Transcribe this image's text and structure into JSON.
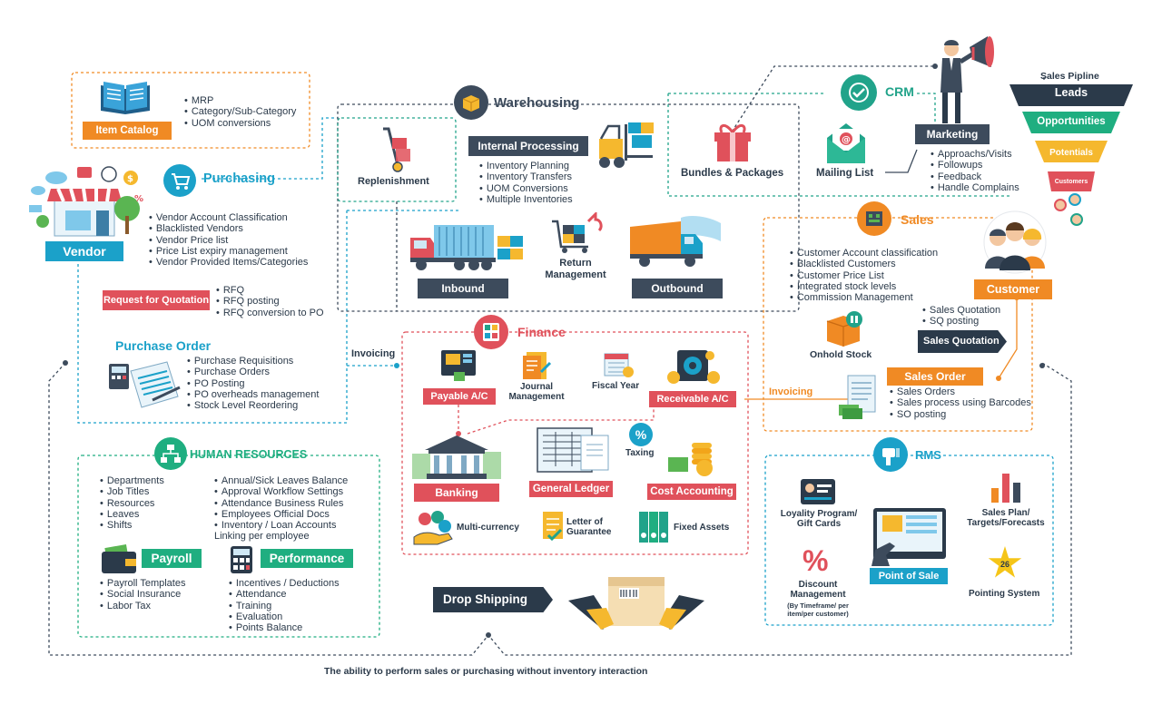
{
  "colors": {
    "purchasing": "#1ba1c9",
    "warehouse": "#3d4b5c",
    "crm": "#21a38a",
    "sales": "#f08a24",
    "finance": "#e0515b",
    "hr": "#1fae80",
    "rms": "#1ba1c9",
    "catalog": "#f08a24"
  },
  "item_catalog": {
    "label": "Item Catalog",
    "items": [
      "MRP",
      "Category/Sub-Category",
      "UOM conversions"
    ]
  },
  "vendor": {
    "label": "Vendor",
    "items": [
      "Vendor Account Classification",
      "Blacklisted Vendors",
      "Vendor Price list",
      "Price List expiry management",
      "Vendor Provided Items/Categories"
    ]
  },
  "purchasing": {
    "title": "Purchasing"
  },
  "rfq": {
    "label": "Request for Quotation",
    "items": [
      "RFQ",
      "RFQ posting",
      "RFQ conversion to PO"
    ]
  },
  "purchase_order": {
    "title": "Purchase Order",
    "items": [
      "Purchase Requisitions",
      "Purchase Orders",
      "PO Posting",
      "PO overheads management",
      "Stock Level Reordering"
    ]
  },
  "invoicing_left": "Invoicing",
  "invoicing_right": "Invoicing",
  "warehousing": {
    "title": "Warehousing",
    "replenishment": "Replenishment",
    "internal_processing": "Internal Processing",
    "internal_items": [
      "Inventory Planning",
      "Inventory Transfers",
      "UOM Conversions",
      "Multiple Inventories"
    ],
    "inbound": "Inbound",
    "return_management": "Return Management",
    "outbound": "Outbound",
    "bundles": "Bundles & Packages"
  },
  "crm": {
    "title": "CRM",
    "mailing_list": "Mailing List",
    "marketing": "Marketing",
    "marketing_items": [
      "Approachs/Visits",
      "Followups",
      "Feedback",
      "Handle Complains"
    ]
  },
  "funnel": {
    "caption": "Sales Pipline",
    "stages": [
      "Leads",
      "Opportunities",
      "Potentials",
      "Customers"
    ]
  },
  "sales": {
    "title": "Sales",
    "items": [
      "Customer Account classification",
      "Blacklisted Customers",
      "Customer Price List",
      "Integrated stock levels",
      "Commission Management"
    ],
    "customer": "Customer",
    "quotation_items": [
      "Sales Quotation",
      "SQ posting"
    ],
    "quotation_tag": "Sales Quotation",
    "onhold": "Onhold Stock",
    "sales_order": "Sales Order",
    "order_items": [
      "Sales Orders",
      "Sales process using Barcodes",
      "SO posting"
    ]
  },
  "finance": {
    "title": "Finance",
    "payable": "Payable A/C",
    "journal": "Journal Management",
    "fiscal": "Fiscal Year",
    "receivable": "Receivable A/C",
    "banking": "Banking",
    "ledger": "General Ledger",
    "taxing": "Taxing",
    "cost": "Cost Accounting",
    "multicurrency": "Multi-currency",
    "guarantee": "Letter of Guarantee",
    "fixed_assets": "Fixed Assets"
  },
  "hr": {
    "title": "HUMAN RESOURCES",
    "col1": [
      "Departments",
      "Job Titles",
      "Resources",
      "Leaves",
      "Shifts"
    ],
    "col2": [
      "Annual/Sick Leaves Balance",
      "Approval Workflow Settings",
      "Attendance Business Rules",
      "Employees Official Docs",
      "Inventory / Loan Accounts Linking per employee"
    ],
    "payroll": "Payroll",
    "payroll_items": [
      "Payroll Templates",
      "Social Insurance",
      "Labor Tax"
    ],
    "performance": "Performance",
    "performance_items": [
      "Incentives / Deductions",
      "Attendance",
      "Training",
      "Evaluation",
      "Points Balance"
    ]
  },
  "rms": {
    "title": "RMS",
    "loyalty": "Loyality Program/ Gift Cards",
    "sales_plan": "Sales Plan/ Targets/Forecasts",
    "discount": "Discount Management",
    "discount_note": "(By Timeframe/ per item/per customer)",
    "pos": "Point of Sale",
    "points": "Pointing System",
    "points_badge": "26"
  },
  "drop_shipping": {
    "label": "Drop Shipping",
    "caption": "The ability to perform sales or purchasing without inventory interaction"
  }
}
